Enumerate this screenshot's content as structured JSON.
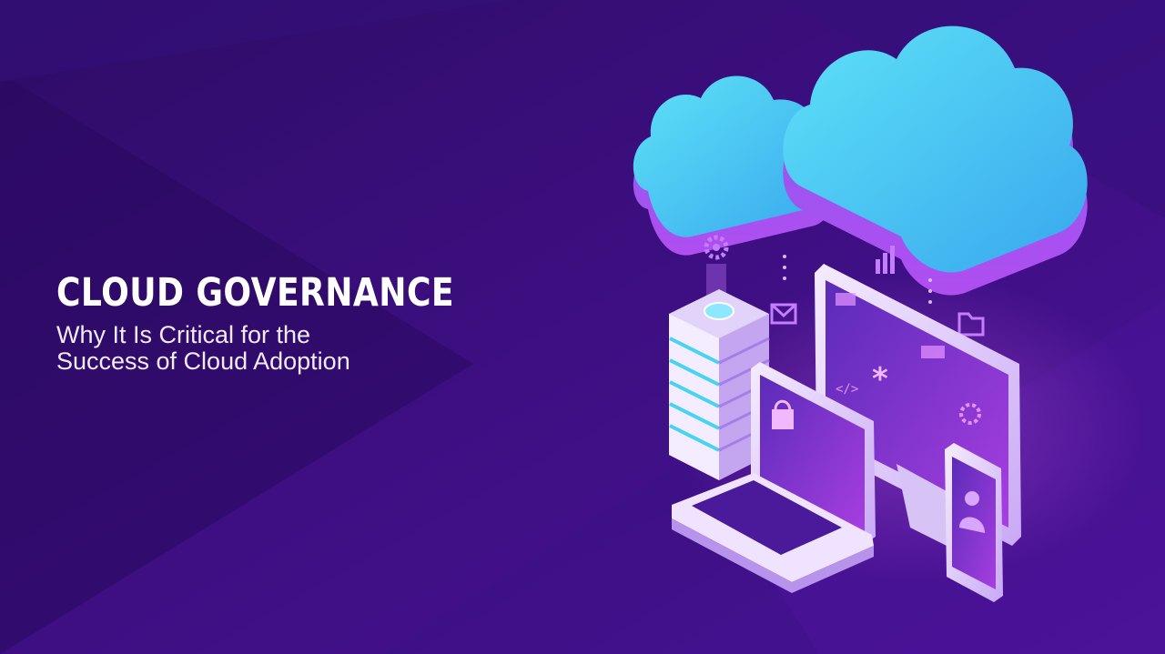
{
  "banner": {
    "title": "CLOUD GOVERNANCE",
    "subtitle_line1": "Why It Is Critical for the",
    "subtitle_line2": "Success of Cloud Adoption"
  },
  "illustration": {
    "elements": [
      "cloud-icon",
      "server-stack-icon",
      "monitor-icon",
      "laptop-icon",
      "smartphone-icon",
      "gear-icon",
      "lock-icon",
      "user-icon",
      "chart-icon",
      "mail-icon",
      "folder-icon"
    ]
  },
  "colors": {
    "background": "#3a0f78",
    "accent_cyan": "#3fd0ee",
    "accent_magenta": "#c04ef0"
  }
}
